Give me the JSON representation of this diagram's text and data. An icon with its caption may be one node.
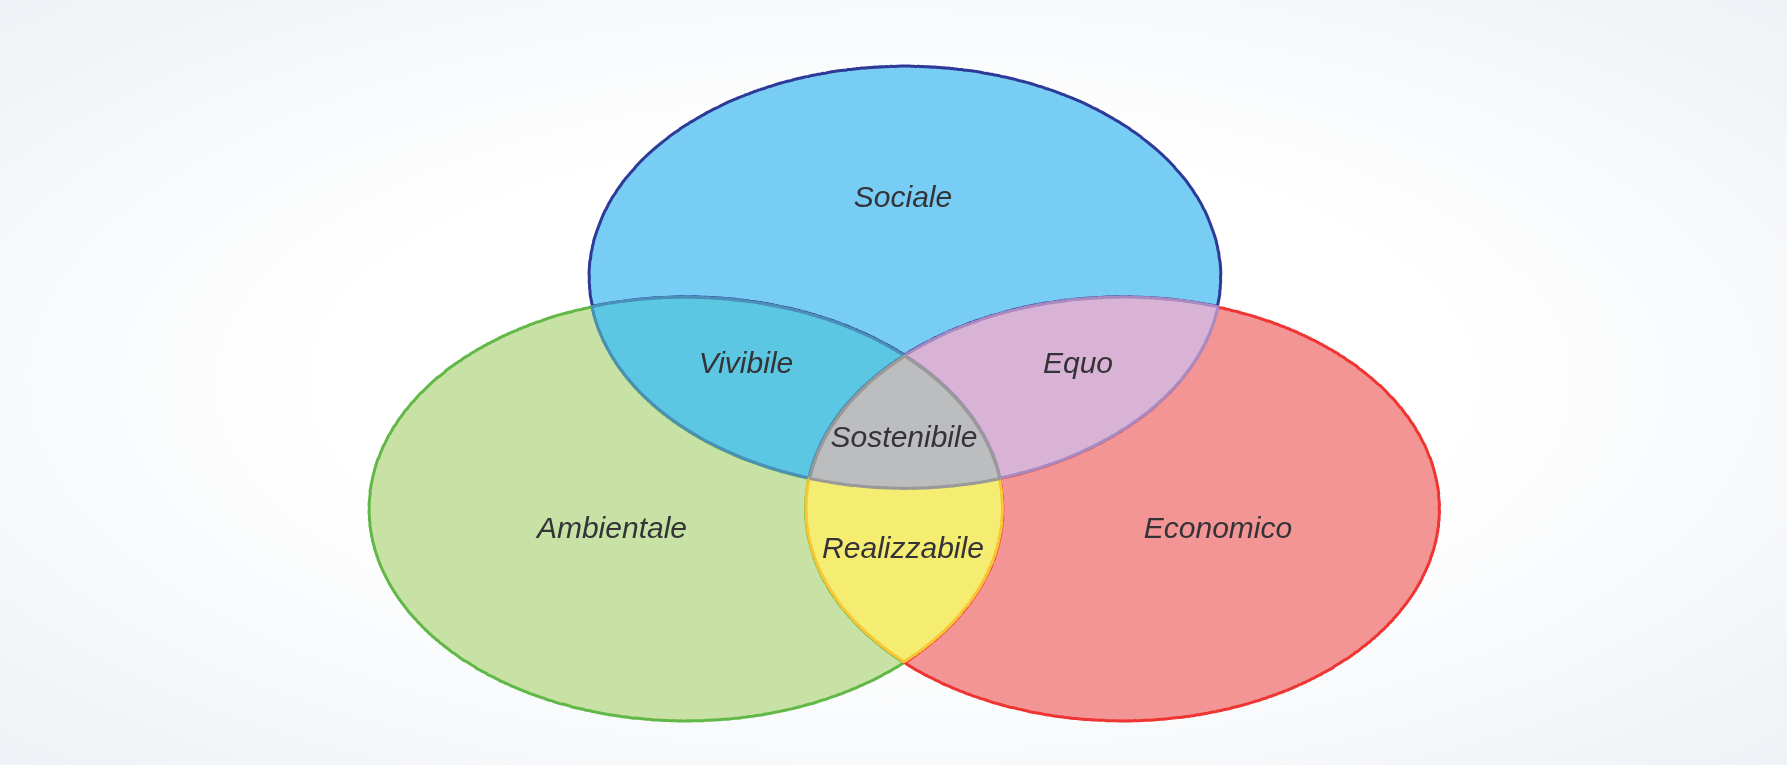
{
  "diagram": {
    "nodes": [
      {
        "text": [
          "Sociale"
        ]
      },
      {
        "text": [
          "Vivibile"
        ]
      },
      {
        "text": [
          "Equo"
        ]
      },
      {
        "text": [
          "Sostenibile"
        ]
      },
      {
        "text": [
          "Ambientale"
        ]
      },
      {
        "text": [
          "Realizzabile"
        ]
      },
      {
        "text": [
          "Economico"
        ]
      }
    ]
  }
}
